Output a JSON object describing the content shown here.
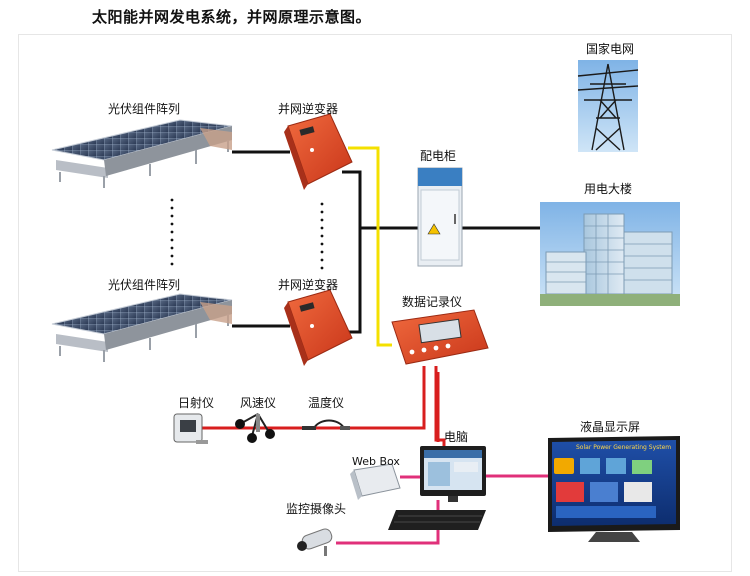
{
  "title": "太阳能并网发电系统，并网原理示意图。",
  "labels": {
    "pv_array_top": "光伏组件阵列",
    "pv_array_bottom": "光伏组件阵列",
    "inverter_top": "并网逆变器",
    "inverter_bottom": "并网逆变器",
    "distribution_cabinet": "配电柜",
    "state_grid": "国家电网",
    "building": "用电大楼",
    "data_logger": "数据记录仪",
    "irradiance_sensor": "日射仪",
    "anemometer": "风速仪",
    "thermometer": "温度仪",
    "computer": "电脑",
    "web_box": "Web Box",
    "camera": "监控摄像头",
    "lcd_display": "液晶显示屏",
    "lcd_screen_title": "Solar Power Generating System"
  },
  "colors": {
    "dc_wire": "#111111",
    "signal_wire_yellow": "#f4e000",
    "signal_wire_red": "#d81e1e",
    "signal_wire_pink": "#e0307a",
    "inverter": "#e34a26",
    "cabinet": "#e9eef3"
  }
}
